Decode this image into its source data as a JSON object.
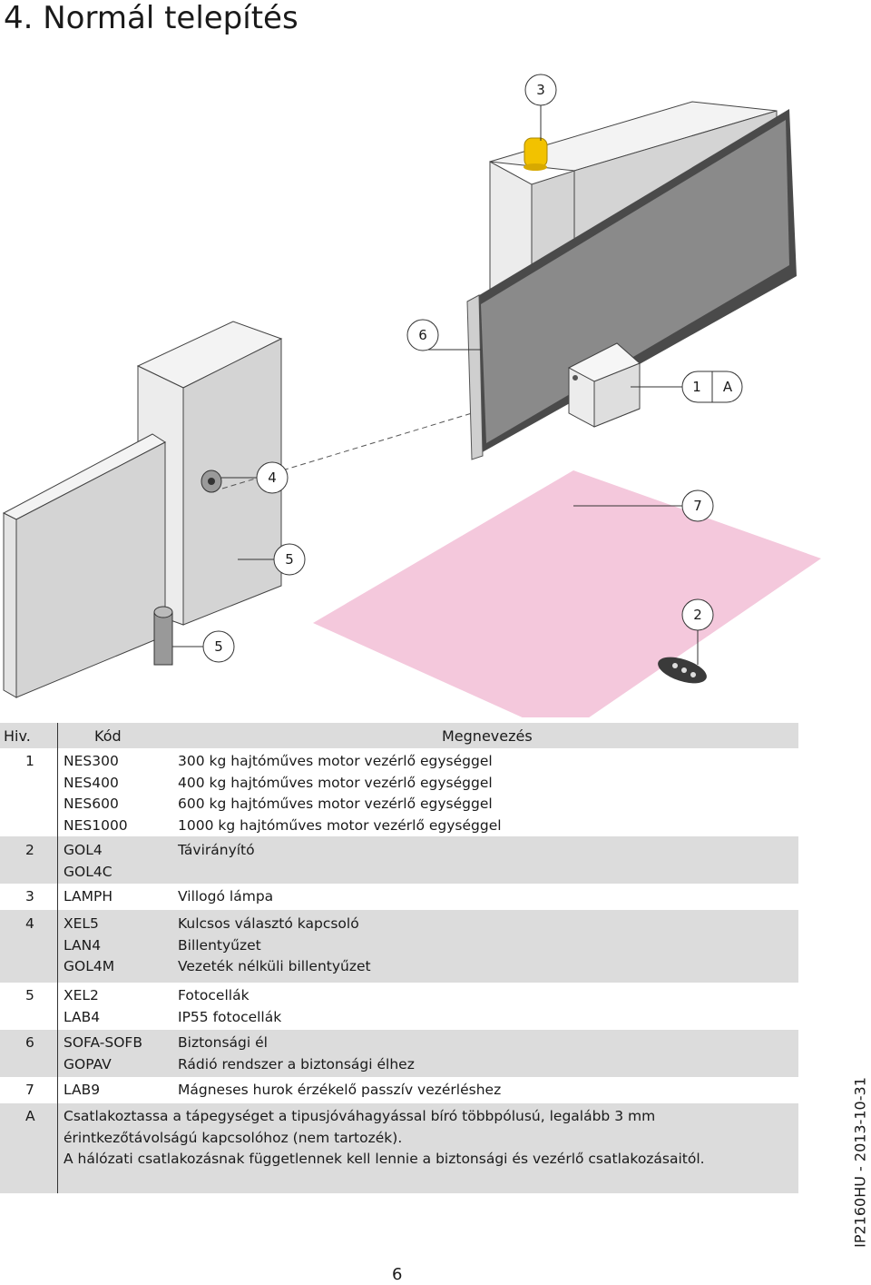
{
  "heading": "4.  Normál telepítés",
  "callouts": {
    "c3": "3",
    "c6": "6",
    "c1": "1",
    "cA": "A",
    "c4": "4",
    "c7": "7",
    "c5a": "5",
    "c2": "2",
    "c5b": "5"
  },
  "colors": {
    "pink_area": "#f4c8dc",
    "lamp": "#f2c200",
    "table_gray": "#dcdcdc"
  },
  "table": {
    "headers": {
      "ref": "Hiv.",
      "code": "Kód",
      "desc": "Megnevezés"
    },
    "rows": [
      {
        "ref": "1",
        "codes": "NES300\nNES400\nNES600\nNES1000",
        "desc": "300 kg hajtóműves motor vezérlő egységgel\n400 kg hajtóműves motor vezérlő egységgel\n600 kg hajtóműves motor vezérlő egységgel\n1000 kg hajtóműves motor vezérlő egységgel"
      },
      {
        "ref": "2",
        "codes": "GOL4\nGOL4C",
        "desc": "Távirányító"
      },
      {
        "ref": "3",
        "codes": "LAMPH",
        "desc": "Villogó lámpa"
      },
      {
        "ref": "4",
        "codes": "XEL5\nLAN4\nGOL4M",
        "desc": "Kulcsos választó kapcsoló\nBillentyűzet\nVezeték nélküli billentyűzet"
      },
      {
        "ref": "5",
        "codes": "XEL2\nLAB4",
        "desc": "Fotocellák\nIP55 fotocellák"
      },
      {
        "ref": "6",
        "codes": "SOFA-SOFB\nGOPAV",
        "desc": "Biztonsági él\nRádió rendszer a biztonsági élhez"
      },
      {
        "ref": "7",
        "codes": "LAB9",
        "desc": "Mágneses hurok érzékelő passzív vezérléshez"
      },
      {
        "ref": "A",
        "text": "Csatlakoztassa a tápegységet a tipusjóváhagyással bíró többpólusú, legalább 3 mm érintkezőtávolságú kapcsolóhoz (nem tartozék).\nA hálózati csatlakozásnak függetlennek kell lennie a biztonsági és vezérlő csatlakozásaitól."
      }
    ]
  },
  "side_code": "IP2160HU - 2013-10-31",
  "page_number": "6"
}
